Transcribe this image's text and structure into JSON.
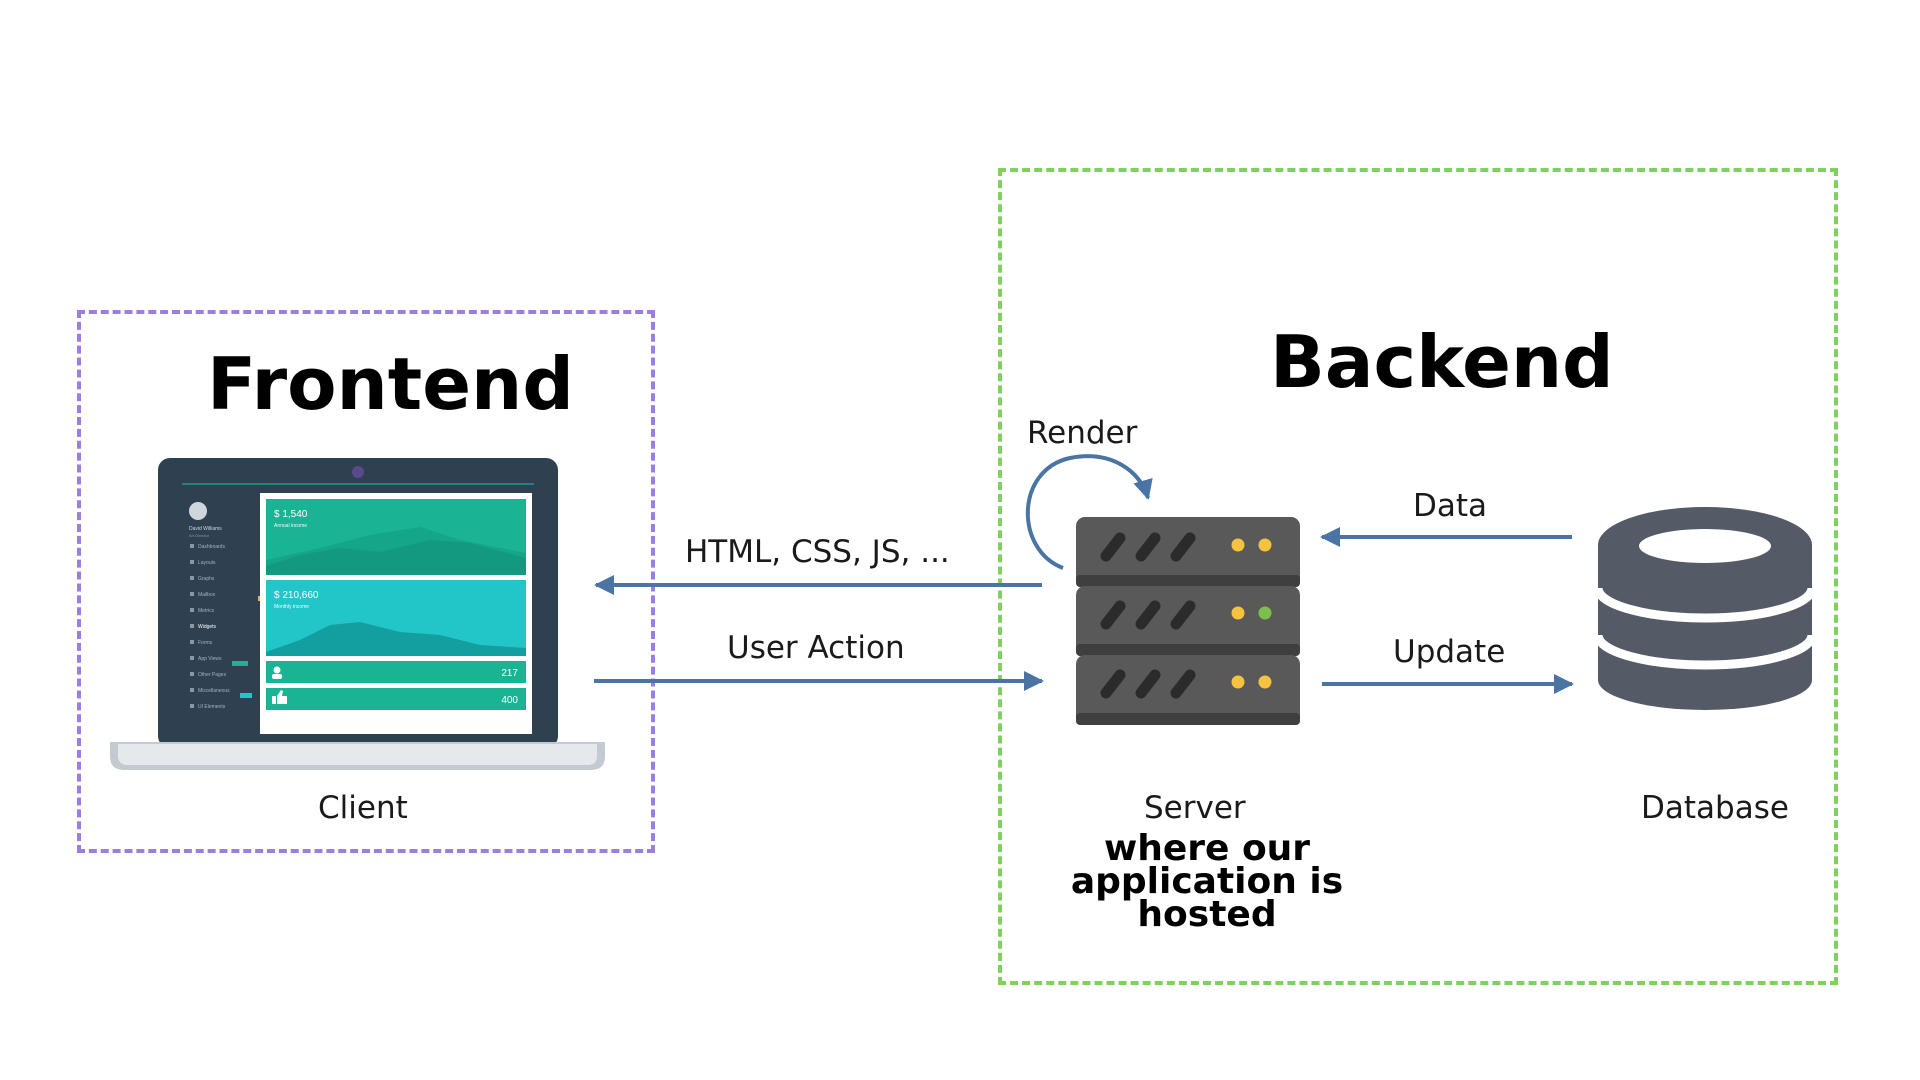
{
  "frontend": {
    "title": "Frontend",
    "client_label": "Client",
    "laptop": {
      "profile_name": "David Williams",
      "profile_role": "Art Director",
      "nav_items": [
        "Dashboards",
        "Layouts",
        "Graphs",
        "Mailbox",
        "Metrics",
        "Widgets",
        "Forms",
        "App Views",
        "Other Pages",
        "Miscellaneous",
        "UI Elements"
      ],
      "card1_value": "$ 1,540",
      "card1_label": "Annual income",
      "card2_value": "$ 210,660",
      "card2_label": "Monthly income",
      "stat1_value": "217",
      "stat2_value": "400",
      "accent_teal": "#1ab394",
      "accent_cyan": "#23c6c8",
      "frame_color": "#2f4050"
    }
  },
  "backend": {
    "title": "Backend",
    "server_label": "Server",
    "server_note": "where our application is hosted",
    "database_label": "Database",
    "render_label": "Render",
    "data_label": "Data",
    "update_label": "Update"
  },
  "connections": {
    "response_label": "HTML, CSS, JS, ...",
    "request_label": "User Action"
  },
  "colors": {
    "frontend_border": "#9b7fe0",
    "backend_border": "#7fd15f",
    "arrow": "#4a74a3",
    "server_body": "#595959",
    "database_body": "#555b66"
  },
  "icons": [
    "laptop-icon",
    "server-icon",
    "database-icon",
    "render-loop-icon"
  ]
}
